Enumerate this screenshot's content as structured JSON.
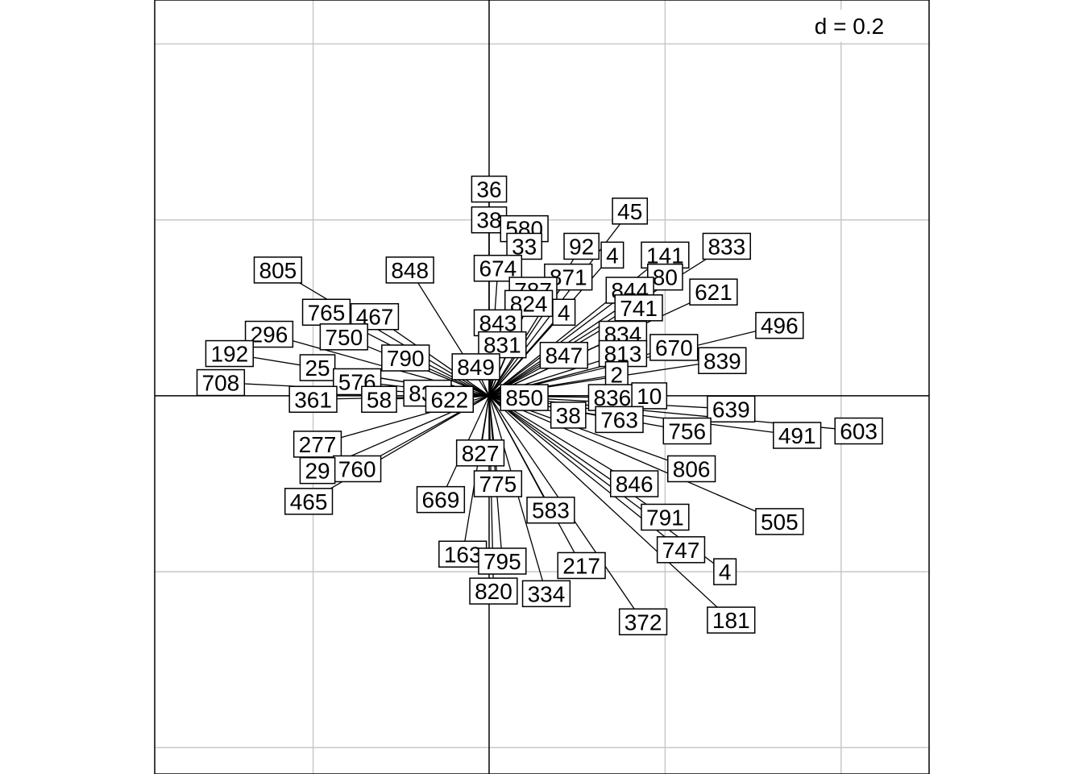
{
  "chart_data": {
    "type": "scatter",
    "title": "",
    "xlabel": "",
    "ylabel": "",
    "scale_label": "d = 0.2",
    "grid": true,
    "grid_step": 0.2,
    "xlim": [
      -0.38,
      0.5
    ],
    "ylim": [
      -0.43,
      0.45
    ],
    "colors": {
      "arrow": "#000000",
      "grid": "#c8c8c8",
      "axis": "#000000",
      "label_bg": "#ffffff"
    },
    "points": [
      {
        "label": "36",
        "x": 0.0,
        "y": 0.235
      },
      {
        "label": "38",
        "x": 0.0,
        "y": 0.2
      },
      {
        "label": "580",
        "x": 0.04,
        "y": 0.19
      },
      {
        "label": "33",
        "x": 0.04,
        "y": 0.17
      },
      {
        "label": "45",
        "x": 0.16,
        "y": 0.21
      },
      {
        "label": "92",
        "x": 0.105,
        "y": 0.17
      },
      {
        "label": "4",
        "x": 0.14,
        "y": 0.16
      },
      {
        "label": "141",
        "x": 0.2,
        "y": 0.16
      },
      {
        "label": "833",
        "x": 0.27,
        "y": 0.17
      },
      {
        "label": "80",
        "x": 0.2,
        "y": 0.135
      },
      {
        "label": "621",
        "x": 0.255,
        "y": 0.118
      },
      {
        "label": "674",
        "x": 0.01,
        "y": 0.145
      },
      {
        "label": "871",
        "x": 0.09,
        "y": 0.135
      },
      {
        "label": "787",
        "x": 0.05,
        "y": 0.12
      },
      {
        "label": "844",
        "x": 0.16,
        "y": 0.12
      },
      {
        "label": "741",
        "x": 0.17,
        "y": 0.1
      },
      {
        "label": "824",
        "x": 0.045,
        "y": 0.105
      },
      {
        "label": "4",
        "x": 0.085,
        "y": 0.095
      },
      {
        "label": "496",
        "x": 0.33,
        "y": 0.08
      },
      {
        "label": "834",
        "x": 0.152,
        "y": 0.07
      },
      {
        "label": "843",
        "x": 0.01,
        "y": 0.083
      },
      {
        "label": "831",
        "x": 0.015,
        "y": 0.058
      },
      {
        "label": "847",
        "x": 0.085,
        "y": 0.046
      },
      {
        "label": "813",
        "x": 0.152,
        "y": 0.048
      },
      {
        "label": "670",
        "x": 0.21,
        "y": 0.055
      },
      {
        "label": "839",
        "x": 0.265,
        "y": 0.04
      },
      {
        "label": "849",
        "x": -0.015,
        "y": 0.033
      },
      {
        "label": "2",
        "x": 0.145,
        "y": 0.024
      },
      {
        "label": "848",
        "x": -0.09,
        "y": 0.143
      },
      {
        "label": "805",
        "x": -0.24,
        "y": 0.143
      },
      {
        "label": "765",
        "x": -0.185,
        "y": 0.095
      },
      {
        "label": "467",
        "x": -0.13,
        "y": 0.09
      },
      {
        "label": "296",
        "x": -0.25,
        "y": 0.07
      },
      {
        "label": "750",
        "x": -0.165,
        "y": 0.067
      },
      {
        "label": "192",
        "x": -0.295,
        "y": 0.048
      },
      {
        "label": "790",
        "x": -0.095,
        "y": 0.043
      },
      {
        "label": "25",
        "x": -0.195,
        "y": 0.032
      },
      {
        "label": "708",
        "x": -0.305,
        "y": 0.015
      },
      {
        "label": "576",
        "x": -0.15,
        "y": 0.016
      },
      {
        "label": "835",
        "x": -0.07,
        "y": 0.003
      },
      {
        "label": "850",
        "x": 0.04,
        "y": -0.002
      },
      {
        "label": "836",
        "x": 0.14,
        "y": -0.002
      },
      {
        "label": "10",
        "x": 0.182,
        "y": 0.0
      },
      {
        "label": "639",
        "x": 0.275,
        "y": -0.015
      },
      {
        "label": "361",
        "x": -0.2,
        "y": -0.004
      },
      {
        "label": "58",
        "x": -0.125,
        "y": -0.004
      },
      {
        "label": "622",
        "x": -0.045,
        "y": -0.004
      },
      {
        "label": "38",
        "x": 0.09,
        "y": -0.022
      },
      {
        "label": "763",
        "x": 0.148,
        "y": -0.027
      },
      {
        "label": "756",
        "x": 0.225,
        "y": -0.04
      },
      {
        "label": "491",
        "x": 0.35,
        "y": -0.045
      },
      {
        "label": "603",
        "x": 0.42,
        "y": -0.04
      },
      {
        "label": "277",
        "x": -0.195,
        "y": -0.055
      },
      {
        "label": "827",
        "x": -0.01,
        "y": -0.065
      },
      {
        "label": "760",
        "x": -0.15,
        "y": -0.083
      },
      {
        "label": "29",
        "x": -0.195,
        "y": -0.085
      },
      {
        "label": "806",
        "x": 0.23,
        "y": -0.083
      },
      {
        "label": "775",
        "x": 0.01,
        "y": -0.1
      },
      {
        "label": "846",
        "x": 0.165,
        "y": -0.1
      },
      {
        "label": "669",
        "x": -0.055,
        "y": -0.118
      },
      {
        "label": "465",
        "x": -0.205,
        "y": -0.12
      },
      {
        "label": "583",
        "x": 0.07,
        "y": -0.13
      },
      {
        "label": "791",
        "x": 0.2,
        "y": -0.138
      },
      {
        "label": "505",
        "x": 0.33,
        "y": -0.143
      },
      {
        "label": "747",
        "x": 0.218,
        "y": -0.175
      },
      {
        "label": "163",
        "x": -0.03,
        "y": -0.18
      },
      {
        "label": "795",
        "x": 0.015,
        "y": -0.188
      },
      {
        "label": "217",
        "x": 0.105,
        "y": -0.193
      },
      {
        "label": "4",
        "x": 0.268,
        "y": -0.2
      },
      {
        "label": "820",
        "x": 0.005,
        "y": -0.222
      },
      {
        "label": "334",
        "x": 0.065,
        "y": -0.225
      },
      {
        "label": "372",
        "x": 0.175,
        "y": -0.257
      },
      {
        "label": "181",
        "x": 0.275,
        "y": -0.255
      }
    ]
  }
}
